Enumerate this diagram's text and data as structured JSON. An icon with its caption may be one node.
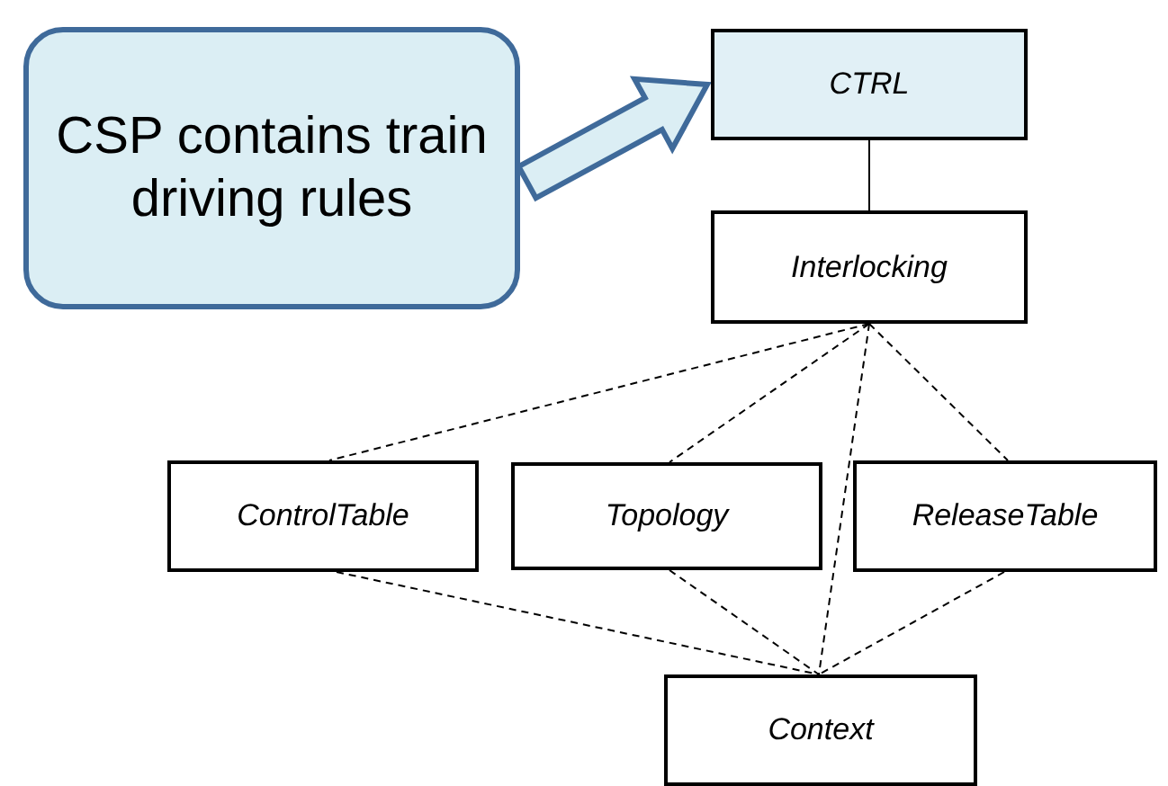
{
  "diagram": {
    "nodes": [
      {
        "text": [
          "CSP contains train driving rules"
        ]
      },
      {
        "text": [
          "CTRL"
        ]
      },
      {
        "text": [
          "Interlocking"
        ]
      },
      {
        "text": [
          "ControlTable"
        ]
      },
      {
        "text": [
          "Topology"
        ]
      },
      {
        "text": [
          "ReleaseTable"
        ]
      },
      {
        "text": [
          "Context"
        ]
      }
    ],
    "edges": [
      {
        "from": 0,
        "to": 1,
        "arrow": "to",
        "style": "thick",
        "color": "#3f6a9a"
      },
      {
        "from": 1,
        "to": 2,
        "arrow": "none"
      },
      {
        "from": 2,
        "to": 3,
        "arrow": "none",
        "style": "dashed"
      },
      {
        "from": 2,
        "to": 4,
        "arrow": "none",
        "style": "dashed"
      },
      {
        "from": 2,
        "to": 5,
        "arrow": "none",
        "style": "dashed"
      },
      {
        "from": 2,
        "to": 6,
        "arrow": "none",
        "style": "dashed"
      },
      {
        "from": 3,
        "to": 6,
        "arrow": "none",
        "style": "dashed"
      },
      {
        "from": 4,
        "to": 6,
        "arrow": "none",
        "style": "dashed"
      },
      {
        "from": 5,
        "to": 6,
        "arrow": "none",
        "style": "dashed"
      }
    ]
  }
}
